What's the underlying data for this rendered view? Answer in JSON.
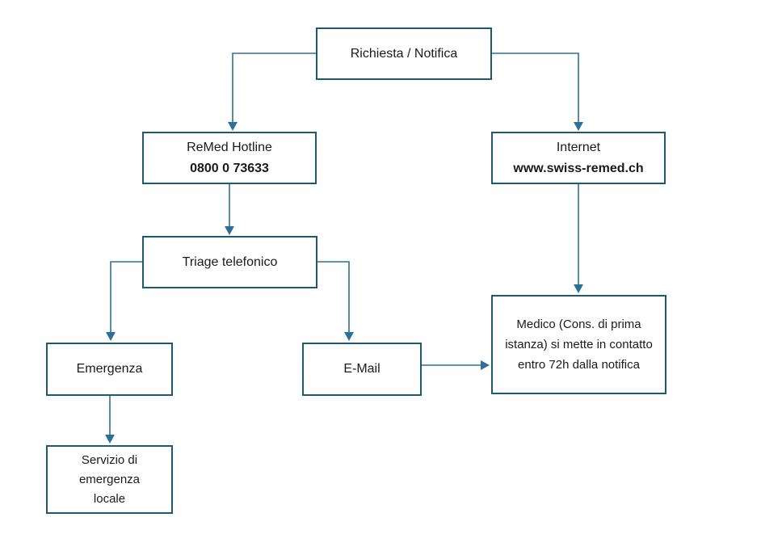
{
  "theme": {
    "canvas-bg": "#ffffff",
    "box-border": "#1d5a70",
    "arrow-color": "#2d6f96",
    "text-color": "#1a1a1a"
  },
  "nodes": {
    "richiesta": {
      "label": "Richiesta / Notifica"
    },
    "remed": {
      "label": "ReMed Hotline",
      "bold_label": "0800 0 73633"
    },
    "internet": {
      "label": "Internet",
      "bold_label": "www.swiss-remed.ch"
    },
    "triage": {
      "label": "Triage telefonico"
    },
    "emergenza": {
      "label": "Emergenza"
    },
    "email": {
      "label": "E-Mail"
    },
    "medico": {
      "label": "Medico (Cons. di prima istanza) si mette in contatto entro 72h dalla notifica"
    },
    "servizio": {
      "label": "Servizio di emergenza locale"
    }
  }
}
